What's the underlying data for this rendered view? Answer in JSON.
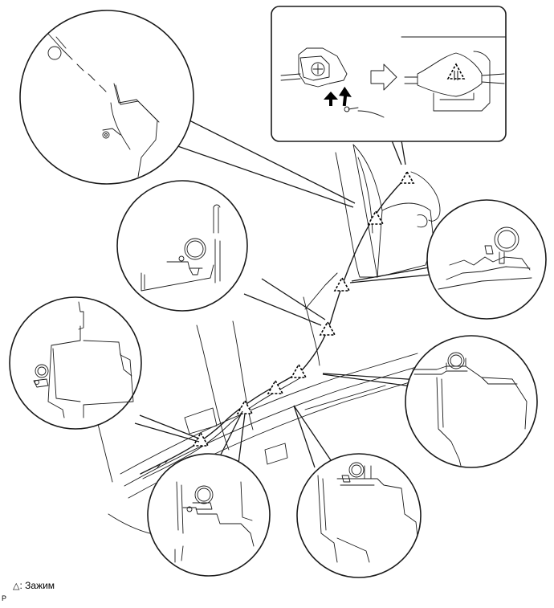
{
  "legend": {
    "symbol": "△",
    "separator": ":",
    "text": "Зажим"
  },
  "corner_code": "P",
  "clip_count": 8
}
